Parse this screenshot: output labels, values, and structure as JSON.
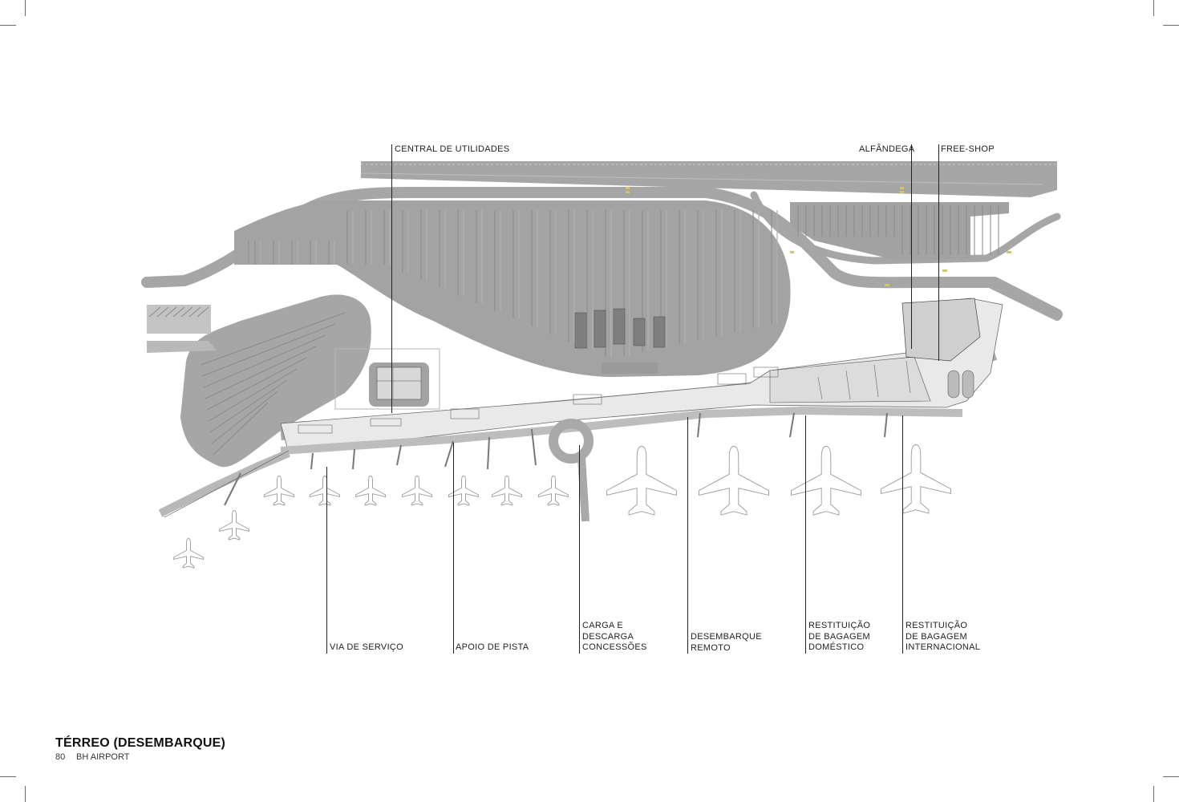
{
  "labels": {
    "central_utilidades": "CENTRAL DE UTILIDADES",
    "alfandega": "ALFÂNDEGA",
    "free_shop": "FREE-SHOP",
    "via_servico": "VIA DE SERVIÇO",
    "apoio_pista": "APOIO DE PISTA",
    "carga": [
      "CARGA E",
      "DESCARGA",
      "CONCESSÕES"
    ],
    "desembarque": [
      "DESEMBARQUE",
      "REMOTO"
    ],
    "bag_domestico": [
      "RESTITUIÇÃO",
      "DE BAGAGEM",
      "DOMÉSTICO"
    ],
    "bag_internacional": [
      "RESTITUIÇÃO",
      "DE BAGAGEM",
      "INTERNACIONAL"
    ]
  },
  "footer": {
    "title": "TÉRREO (DESEMBARQUE)",
    "page_number": "80",
    "project": "BH AIRPORT"
  },
  "colors": {
    "pavement": "#a6a6a6",
    "pavement_dark": "#8f8f8f",
    "road_edge": "#cfcfcf",
    "terminal_floor": "#e9e9e9",
    "aircraft_fill": "#ffffff",
    "aircraft_stroke": "#9a9a9a",
    "leader": "#222222",
    "marking": "#d8c36a"
  },
  "icons": [
    "aircraft-icon"
  ]
}
